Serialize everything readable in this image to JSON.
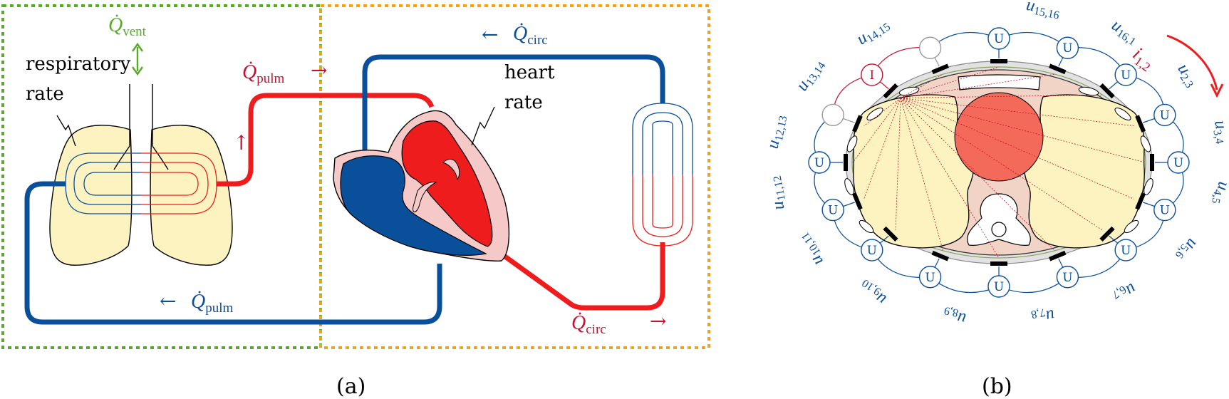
{
  "colors": {
    "respiratory_box": "#5aaa2a",
    "circulatory_box": "#f2a21a",
    "venous_blue": "#0a4f9a",
    "arterial_red": "#ee1c1c",
    "label_red": "#c8102e",
    "label_blue": "#0a4f9a",
    "label_green": "#5aaa2a",
    "lung_fill": "#fdf3c0",
    "heart_pink": "#f6c9c9",
    "thorax_fill": "#f1d4c6"
  },
  "panel_a": {
    "caption": "(a)",
    "labels": {
      "q_vent": "Q̇",
      "q_vent_sub": "vent",
      "respiratory": "respiratory",
      "rate_resp": "rate",
      "q_pulm_top": "Q̇",
      "q_pulm_top_sub": "pulm",
      "arrow_right": "→",
      "arrow_left": "←",
      "arrow_up": "↑",
      "q_circ_top": "Q̇",
      "q_circ_top_sub": "circ",
      "heart": "heart",
      "rate_heart": "rate",
      "q_pulm_bottom": "Q̇",
      "q_pulm_bottom_sub": "pulm",
      "q_circ_bottom": "Q̇",
      "q_circ_bottom_sub": "circ"
    }
  },
  "panel_b": {
    "caption": "(b)",
    "current_label": "i",
    "current_label_sub": "1,2",
    "electrodes": [
      {
        "symbol": "U"
      },
      {
        "symbol": "U"
      },
      {
        "symbol": "U"
      },
      {
        "symbol": "U"
      },
      {
        "symbol": "U"
      },
      {
        "symbol": "U"
      },
      {
        "symbol": "U"
      },
      {
        "symbol": "U"
      },
      {
        "symbol": "U"
      },
      {
        "symbol": "U"
      },
      {
        "symbol": "U"
      },
      {
        "symbol": "U"
      },
      {
        "symbol": "U"
      },
      {
        "symbol": ""
      },
      {
        "symbol": "I"
      },
      {
        "symbol": ""
      }
    ],
    "voltage_labels": [
      "u15,16",
      "u16,1",
      "u2,3",
      "u3,4",
      "u4,5",
      "u5,6",
      "u6,7",
      "u7,8",
      "u8,9",
      "u9,10",
      "u10,11",
      "u11,12",
      "u12,13",
      "u13,14",
      "u14,15"
    ]
  }
}
